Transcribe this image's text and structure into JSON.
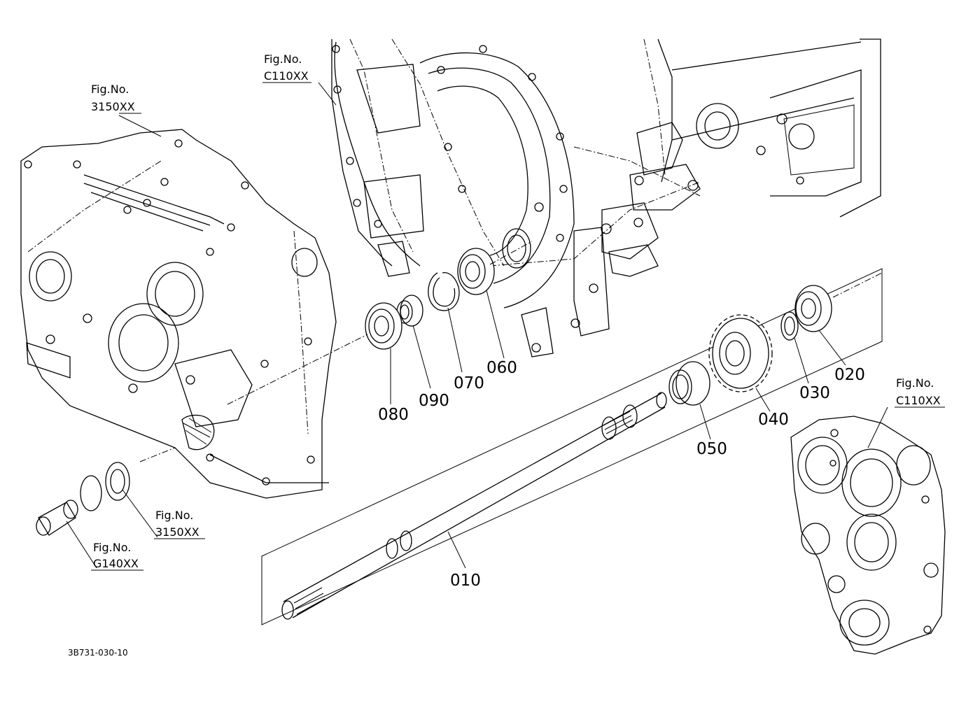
{
  "parts": {
    "p010": "010",
    "p020": "020",
    "p030": "030",
    "p040": "040",
    "p050": "050",
    "p060": "060",
    "p070": "070",
    "p080": "080",
    "p090": "090"
  },
  "figure_refs": {
    "top_left": {
      "title": "Fig.No.",
      "code": "3150XX"
    },
    "top_center": {
      "title": "Fig.No.",
      "code": "C110XX"
    },
    "right": {
      "title": "Fig.No.",
      "code": "C110XX"
    },
    "lower_mid": {
      "title": "Fig.No.",
      "code": "3150XX"
    },
    "lower_left": {
      "title": "Fig.No.",
      "code": "G140XX"
    }
  },
  "diagram_code": "3B731-030-10"
}
